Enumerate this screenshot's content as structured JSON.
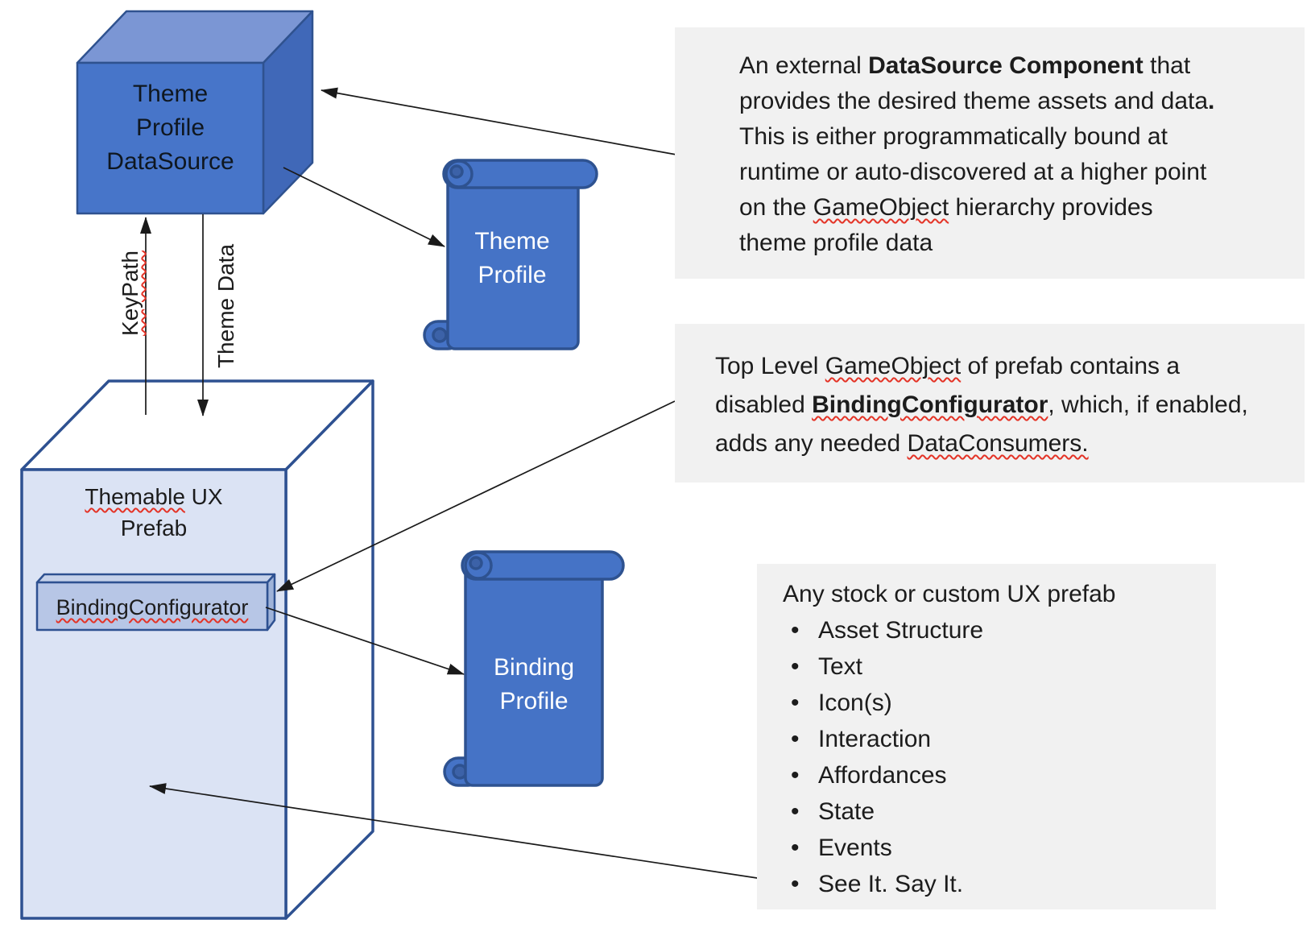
{
  "colors": {
    "node_blue": "#4775c9",
    "node_blue_top": "#7b96d4",
    "node_blue_side": "#4068b8",
    "node_border": "#2f528f",
    "prefab_fill": "#dbe3f4",
    "prefab_border": "#2e5191",
    "component_fill": "#b7c6e6",
    "callout_bg": "#f1f1f1",
    "squiggle_red": "#e43326",
    "arrow_black": "#1a1a1a"
  },
  "diagram": {
    "cube": {
      "label_lines": [
        "Theme",
        "Profile",
        "DataSource"
      ]
    },
    "flows": {
      "keypath_label": "KeyPath",
      "theme_data_label": "Theme Data"
    },
    "theme_profile_scroll": {
      "line1": "Theme",
      "line2": "Profile"
    },
    "binding_profile_scroll": {
      "line1": "Binding",
      "line2": "Profile"
    },
    "prefab": {
      "label_sq": "Themable",
      "label_rest": " UX",
      "label_line2": "Prefab",
      "component_label": "BindingConfigurator"
    }
  },
  "callouts": {
    "datasource": {
      "l1a": "An external ",
      "l1b": "DataSource Component",
      "l1c": " that",
      "l2a": "provides the desired theme assets and data",
      "l2b": ".",
      "l3": "This is either programmatically bound at",
      "l4": "runtime or auto-discovered at a higher point",
      "l5a": "on the ",
      "l5b": "GameObject",
      "l5c": " hierarchy provides",
      "l6": "theme profile data"
    },
    "binding_configurator": {
      "l1a": "Top Level ",
      "l1b": "GameObject",
      "l1c": " of prefab contains a",
      "l2a": "disabled ",
      "l2b": "BindingConfigurator",
      "l2c": ", which, if enabled,",
      "l3a": "adds any needed ",
      "l3b": "DataConsumers."
    },
    "ux_prefab": {
      "title": "Any stock or custom UX prefab",
      "bullets": [
        "Asset Structure",
        "Text",
        "Icon(s)",
        "Interaction",
        "Affordances",
        "State",
        "Events",
        "See It. Say It."
      ]
    }
  }
}
